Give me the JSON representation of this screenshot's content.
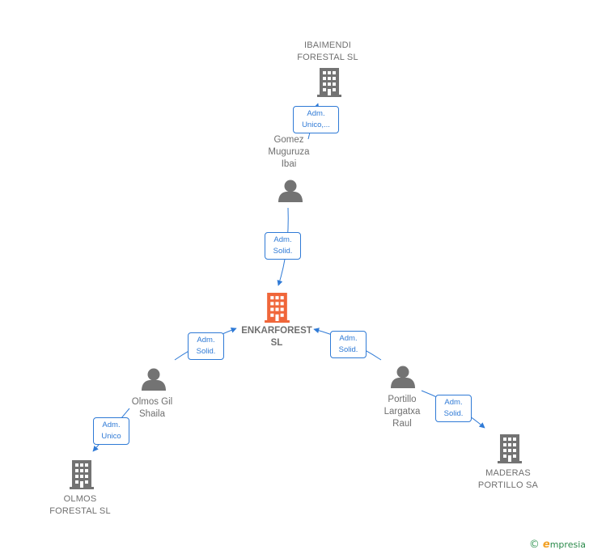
{
  "colors": {
    "link": "#2f7ad6",
    "node_icon": "#737373",
    "central_icon": "#f0663a",
    "text": "#6f6f6f"
  },
  "nodes": {
    "central": {
      "label": "ENKARFOREST\nSL",
      "icon": "building-icon"
    },
    "ibaimendi": {
      "label": "IBAIMENDI\nFORESTAL  SL",
      "icon": "building-icon"
    },
    "gomez": {
      "label": "Gomez\nMuguruza\nIbai",
      "icon": "person-icon"
    },
    "olmos_gil": {
      "label": "Olmos Gil\nShaila",
      "icon": "person-icon"
    },
    "olmos_forestal": {
      "label": "OLMOS\nFORESTAL SL",
      "icon": "building-icon"
    },
    "portillo": {
      "label": "Portillo\nLargatxa\nRaul",
      "icon": "person-icon"
    },
    "maderas": {
      "label": "MADERAS\nPORTILLO SA",
      "icon": "building-icon"
    }
  },
  "edges": {
    "gomez_ibaimendi": "Adm.\nUnico,...",
    "gomez_central": "Adm.\nSolid.",
    "olmos_central": "Adm.\nSolid.",
    "portillo_central": "Adm.\nSolid.",
    "olmos_olmosforestal": "Adm.\nUnico",
    "portillo_maderas": "Adm.\nSolid."
  },
  "footer": {
    "copyright_symbol": "©",
    "brand_initial": "e",
    "brand_rest": "mpresia"
  }
}
